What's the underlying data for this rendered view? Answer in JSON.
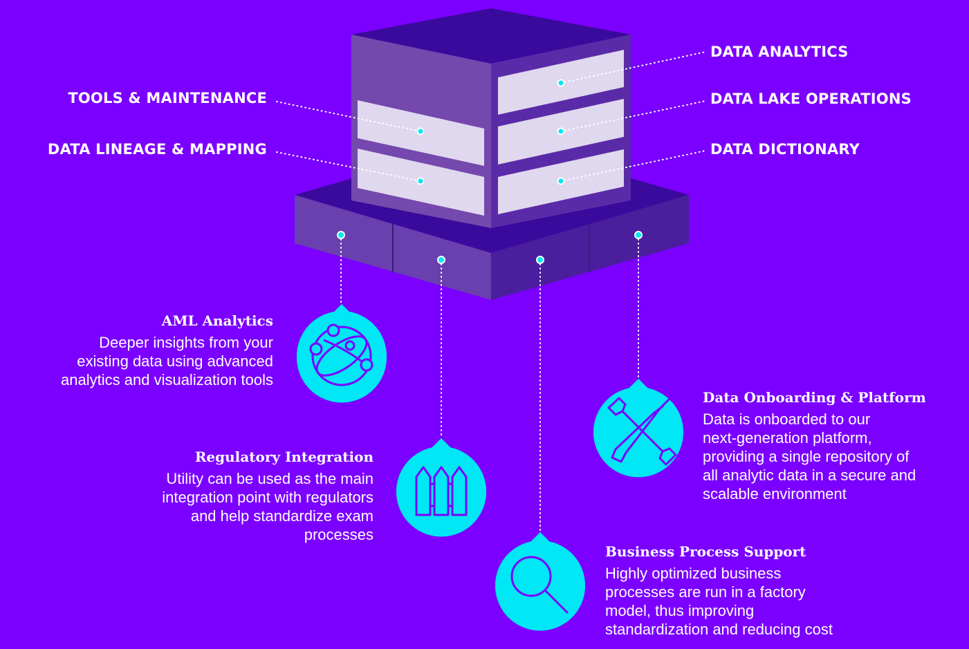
{
  "colors": {
    "background": "#7b00ff",
    "accent": "#00e8f5",
    "cube_top": "#3a0a9c",
    "cube_left": "#7448ad",
    "cube_right": "#5a2ba8",
    "drawer": "#e0d8ee",
    "dots": "#ffffff"
  },
  "cube_labels": {
    "tools_maintenance": "TOOLS & MAINTENANCE",
    "data_lineage": "DATA LINEAGE & MAPPING",
    "data_analytics": "DATA ANALYTICS",
    "data_lake": "DATA LAKE OPERATIONS",
    "data_dictionary": "DATA DICTIONARY"
  },
  "features": {
    "aml": {
      "title": "AML Analytics",
      "body": "Deeper insights from your\nexisting data using advanced\nanalytics and visualization tools",
      "icon": "network-globe-icon"
    },
    "regulatory": {
      "title": "Regulatory Integration",
      "body": "Utility can be used as the main\nintegration point with regulators\nand help standardize exam\nprocesses",
      "icon": "fence-icon"
    },
    "business": {
      "title": "Business Process Support",
      "body": "Highly optimized business\nprocesses are run in a factory\nmodel, thus improving\nstandardization and reducing cost",
      "icon": "magnifier-icon"
    },
    "onboarding": {
      "title": "Data Onboarding & Platform",
      "body": "Data is onboarded to our\nnext-generation platform,\nproviding a single repository of\nall analytic data in a secure and\nscalable environment",
      "icon": "wrench-screwdriver-icon"
    }
  }
}
